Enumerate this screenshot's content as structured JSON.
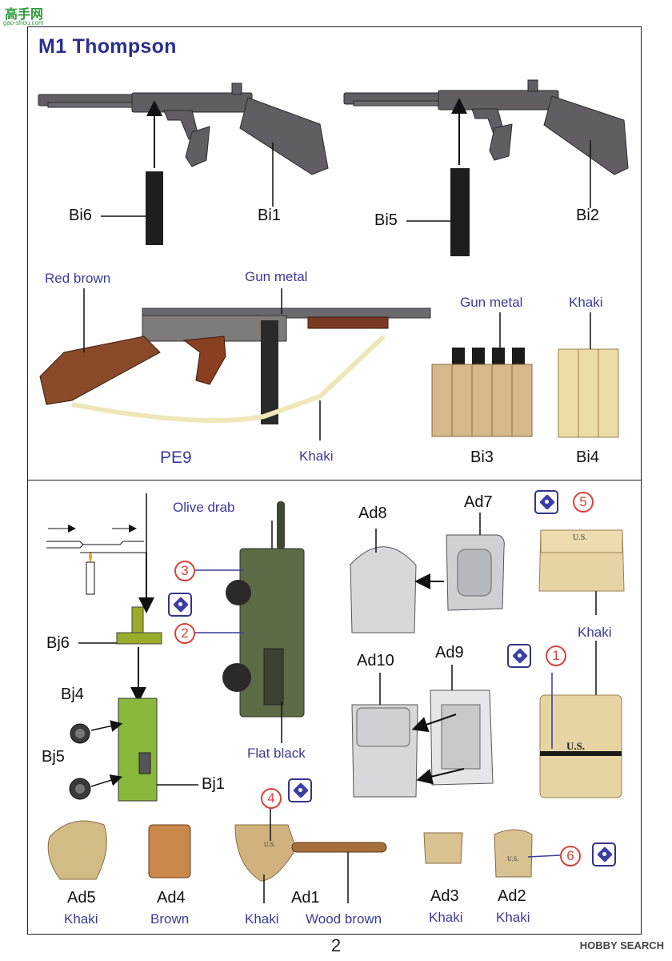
{
  "watermark": {
    "brand": "高手网",
    "url": "gao-shou.com"
  },
  "title": "M1 Thompson",
  "part_labels": {
    "bi6": "Bi6",
    "bi1": "Bi1",
    "bi5": "Bi5",
    "bi2": "Bi2",
    "pe9": "PE9",
    "bi3": "Bi3",
    "bi4": "Bi4",
    "ad8": "Ad8",
    "ad7": "Ad7",
    "ad10": "Ad10",
    "ad9": "Ad9",
    "bj6": "Bj6",
    "bj4": "Bj4",
    "bj5": "Bj5",
    "bj1": "Bj1",
    "ad5": "Ad5",
    "ad4": "Ad4",
    "ad1": "Ad1",
    "ad3": "Ad3",
    "ad2": "Ad2"
  },
  "color_labels": {
    "red_brown": "Red brown",
    "gun_metal_top": "Gun metal",
    "khaki_sling": "Khaki",
    "gun_metal_mag": "Gun metal",
    "khaki_pouch": "Khaki",
    "olive_drab": "Olive drab",
    "flat_black": "Flat black",
    "khaki_bag": "Khaki",
    "khaki_ad5": "Khaki",
    "brown_ad4": "Brown",
    "khaki_shovel": "Khaki",
    "wood_brown": "Wood brown",
    "khaki_ad3": "Khaki",
    "khaki_ad2": "Khaki"
  },
  "decal_numbers": {
    "n1": "1",
    "n2": "2",
    "n3": "3",
    "n4": "4",
    "n5": "5",
    "n6": "6"
  },
  "markings": {
    "us": "U.S."
  },
  "page_number": "2",
  "footer_brand": "HOBBY SEARCH",
  "colors": {
    "title": "#2b2f8f",
    "color_label": "#3a3a9a",
    "decal_red": "#d8443a",
    "gun_grey": "#5e5c60",
    "wood": "#8a4a2a",
    "khaki": "#e0cfa0",
    "olive": "#5d6a46",
    "green_part": "#8ab83a",
    "grey_part": "#d4d4d8"
  }
}
